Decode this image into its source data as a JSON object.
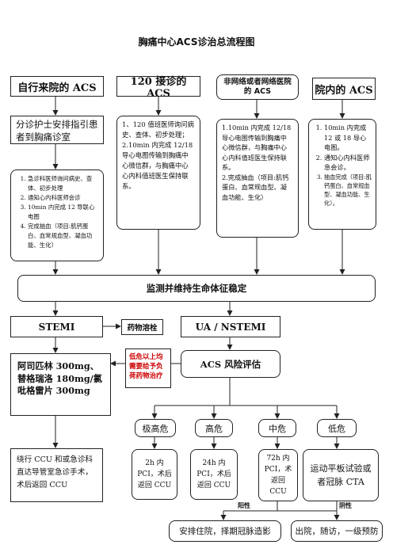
{
  "title": "胸痛中心ACS诊治总流程图",
  "top_headers": {
    "self": "自行来院的 ACS",
    "ems": "120 接诊的 ACS",
    "referral": "非网络或者网络医院的 ACS",
    "inhospital": "院内的 ACS"
  },
  "self_triage": "分诊护士安排指引患者到胸痛诊室",
  "self_steps": [
    "急诊科医师询问病史、查体、初步处理",
    "通知心内科医师会诊",
    "10min 内完成 12 导联心电图",
    "完成抽血（项目:肌钙蛋白、血常规血型、凝血功能、生化）"
  ],
  "ems_text": "1、120 值班医师询问病史、查体、初步处理；\n2.10min 内完成 12/18 导心电图传输到胸痛中心微信群，与胸痛中心心内科值班医生保持联系。",
  "referral_text1": "1.10min 内完成 12/18 导心电图传输到胸痛中心微信群，与胸痛中心心内科值班医生保持联系。",
  "referral_text2": "2.完成抽血（项目:肌钙蛋白、血常规血型、凝血功能、生化）",
  "inhospital_steps": [
    "10min 内完成 12 或 18 导心电图。",
    "通知心内科医师急会诊。",
    "抽血完成（项目:肌钙蛋白、血常规血型、凝血功能、生化）。"
  ],
  "monitor": "监测并维持生命体征稳定",
  "stemi": "STEMI",
  "thrombolysis": "药物溶栓",
  "ua": "UA / NSTEMI",
  "low_risk_note": "低危以上均需要给予负荷药物治疗",
  "drugs": "阿司匹林 300mg、替格瑞洛 180mg/氯吡格雷片 300mg",
  "risk_eval": "ACS 风险评估",
  "risks": [
    "极高危",
    "高危",
    "中危",
    "低危"
  ],
  "stemi_outcome": "绕行 CCU 和或急诊科直达导管室急诊手术，术后返回 CCU",
  "risk_outcomes": [
    "2h 内 PCI，术后返回 CCU",
    "24h 内 PCI，术后返回 CCU",
    "72h 内 PCI，术返回 CCU",
    "运动平板试验或者冠脉 CTA"
  ],
  "positive": "阳性",
  "negative": "阴性",
  "admit": "安排住院，择期冠脉造影",
  "discharge": "出院，随访，一级预防"
}
